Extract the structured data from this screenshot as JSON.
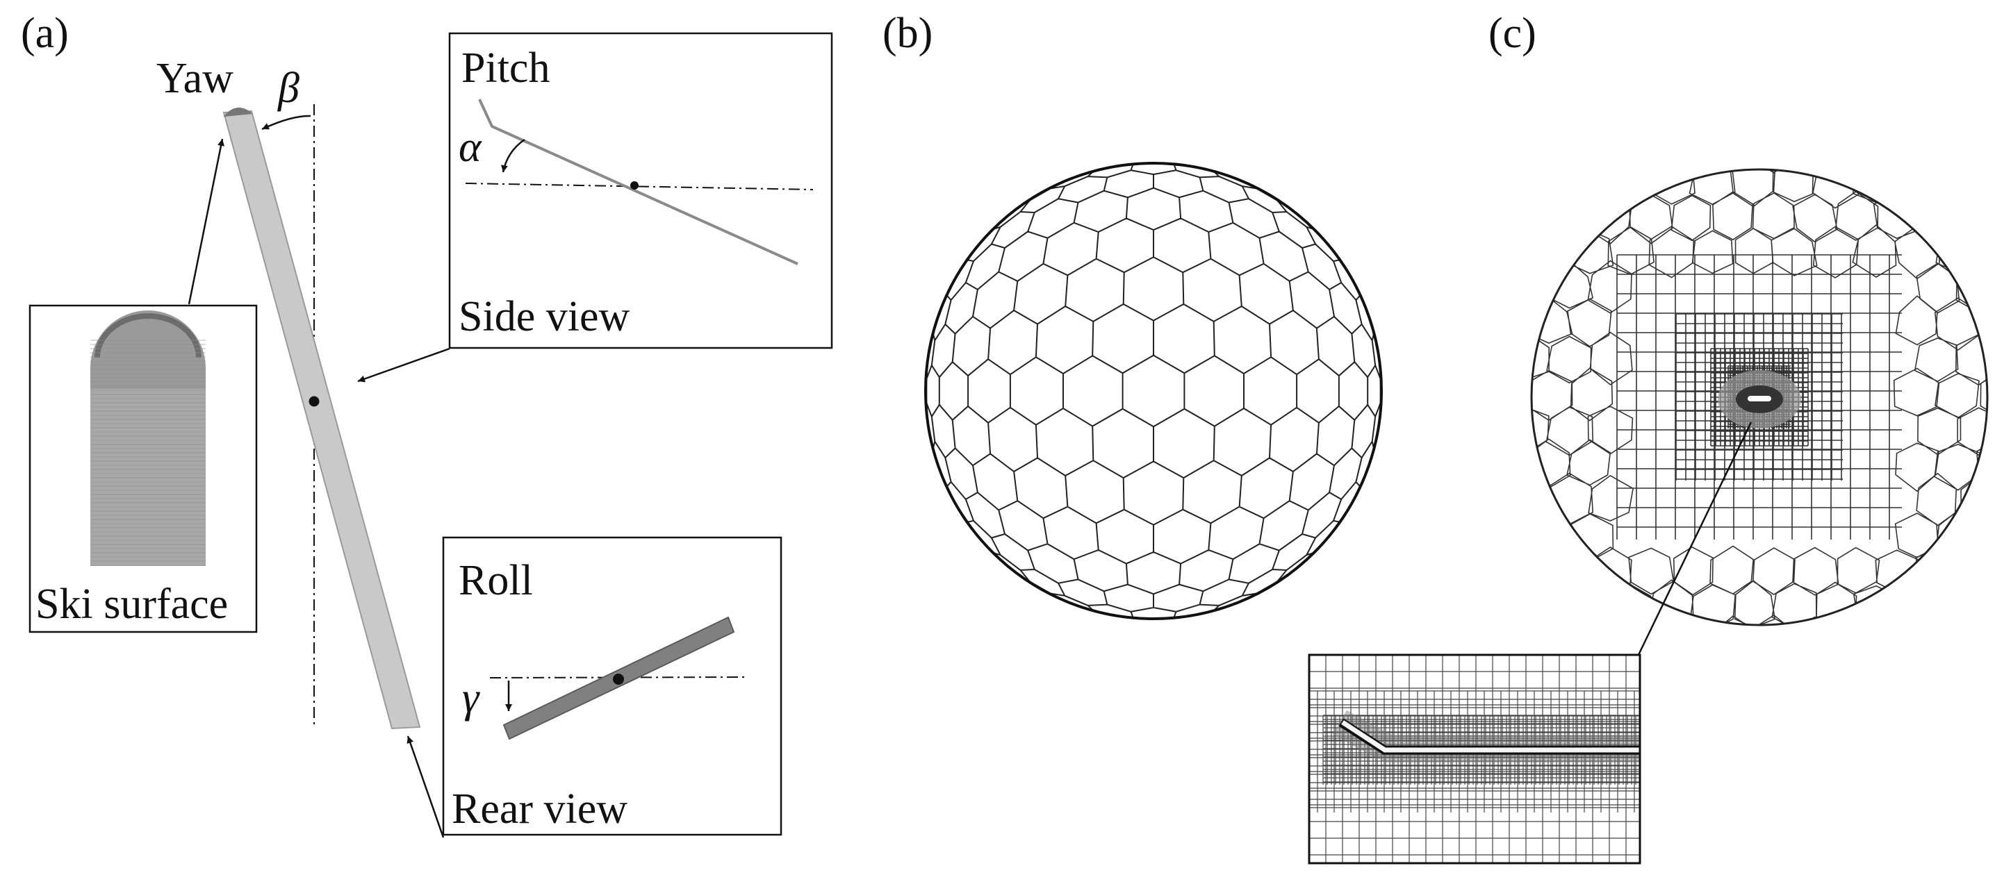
{
  "panels": {
    "a": {
      "label": "(a)",
      "yaw_label": "Yaw",
      "beta": "β",
      "ski_surface_label": "Ski surface",
      "pitch_box": {
        "title": "Pitch",
        "angle": "α",
        "caption": "Side view"
      },
      "roll_box": {
        "title": "Roll",
        "angle": "γ",
        "caption": "Rear view"
      }
    },
    "b": {
      "label": "(b)"
    },
    "c": {
      "label": "(c)"
    }
  },
  "colors": {
    "ski_fill": "#c9c9c9",
    "ski_tip": "#777777",
    "roll_ski": "#808080",
    "mesh_line": "#222222"
  }
}
